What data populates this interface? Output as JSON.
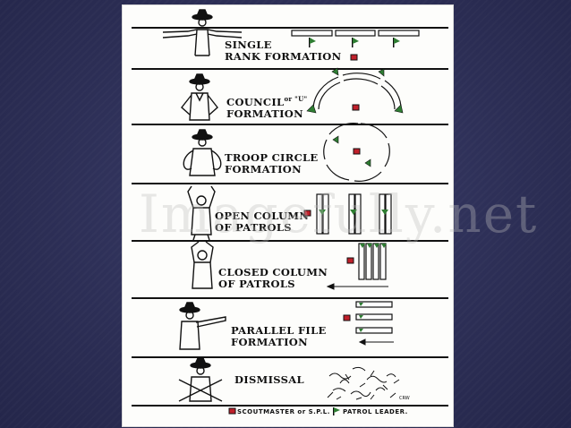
{
  "formations": [
    {
      "line1": "SINGLE",
      "line2": "RANK FORMATION"
    },
    {
      "line1": "COUNCIL",
      "line1_sup": "or \"U\"",
      "line2": "FORMATION"
    },
    {
      "line1": "TROOP CIRCLE",
      "line2": "FORMATION"
    },
    {
      "line1": "OPEN COLUMN",
      "line2": "OF PATROLS"
    },
    {
      "line1": "CLOSED COLUMN",
      "line2": "OF PATROLS"
    },
    {
      "line1": "PARALLEL FILE",
      "line2": "FORMATION"
    },
    {
      "line1": "DISMISSAL",
      "line2": ""
    }
  ],
  "legend": {
    "scoutmaster": "SCOUTMASTER or S.P.L.",
    "patrol_leader": "PATROL LEADER."
  },
  "watermark": "Imagefully.net",
  "colors": {
    "scoutmaster": "#c0202a",
    "patrol_leader": "#2e7d32",
    "ink": "#111111",
    "background": "#2c2e55"
  }
}
